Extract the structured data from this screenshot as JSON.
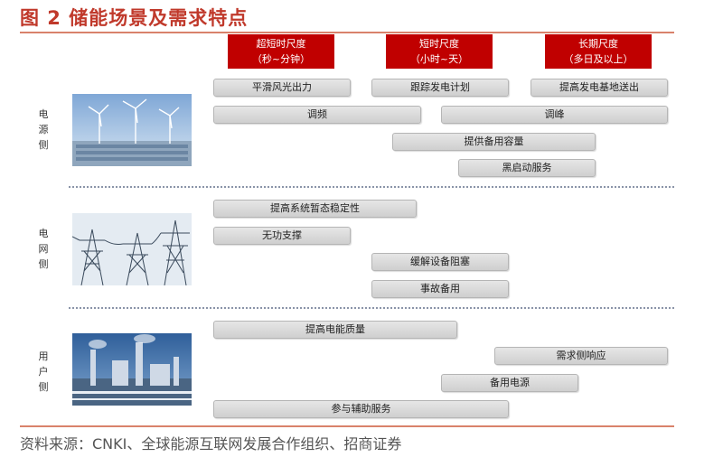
{
  "title": "图 2 储能场景及需求特点",
  "headers": [
    {
      "line1": "超短时尺度",
      "line2": "（秒~分钟）"
    },
    {
      "line1": "短时尺度",
      "line2": "（小时~天）"
    },
    {
      "line1": "长期尺度",
      "line2": "（多日及以上）"
    }
  ],
  "sections": [
    {
      "label": [
        "电",
        "源",
        "侧"
      ]
    },
    {
      "label": [
        "电",
        "网",
        "侧"
      ]
    },
    {
      "label": [
        "用",
        "户",
        "侧"
      ]
    }
  ],
  "bars": [
    "平滑风光出力",
    "跟踪发电计划",
    "提高发电基地送出",
    "调频",
    "调峰",
    "提供备用容量",
    "黑启动服务",
    "提高系统暂态稳定性",
    "无功支撑",
    "缓解设备阻塞",
    "事故备用",
    "提高电能质量",
    "需求侧响应",
    "备用电源",
    "参与辅助服务"
  ],
  "source": "资料来源：CNKI、全球能源互联网发展合作组织、招商证券"
}
